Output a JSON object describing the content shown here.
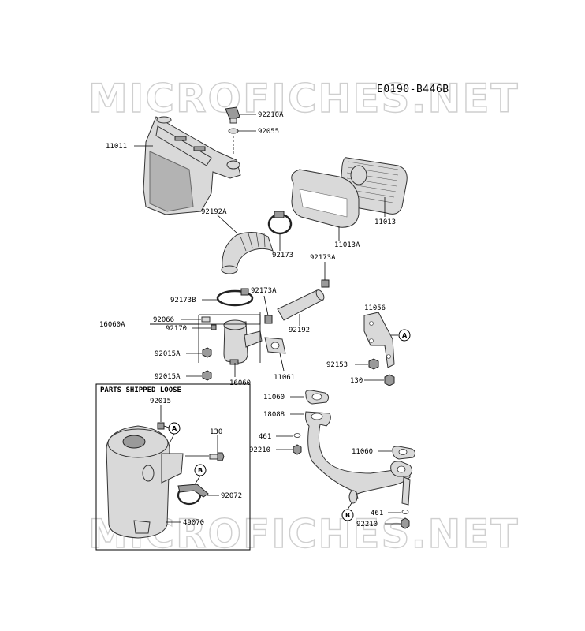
{
  "diagram_code": "E0190-B446B",
  "watermark": "MICROFICHES.NET",
  "box_title": "PARTS SHIPPED LOOSE",
  "labels": {
    "p92210A": "92210A",
    "p92055": "92055",
    "p11011": "11011",
    "p11013": "11013",
    "p11013A": "11013A",
    "p92192A": "92192A",
    "p92173": "92173",
    "p92173A_top": "92173A",
    "p92173B": "92173B",
    "p92173A_mid": "92173A",
    "p92192": "92192",
    "p16060A": "16060A",
    "p92066": "92066",
    "p92170": "92170",
    "p92015A_1": "92015A",
    "p92015A_2": "92015A",
    "p16060": "16060",
    "p11061": "11061",
    "p11056": "11056",
    "p92153": "92153",
    "p130_right": "130",
    "p11060_top": "11060",
    "p18088": "18088",
    "p461_left": "461",
    "p92210_left": "92210",
    "p11060_right": "11060",
    "p461_right": "461",
    "p92210_right": "92210",
    "p92015": "92015",
    "p130_box": "130",
    "p92072": "92072",
    "p49070": "49070"
  },
  "refs": {
    "a1": "A",
    "a2": "A",
    "b1": "B",
    "b2": "B"
  }
}
